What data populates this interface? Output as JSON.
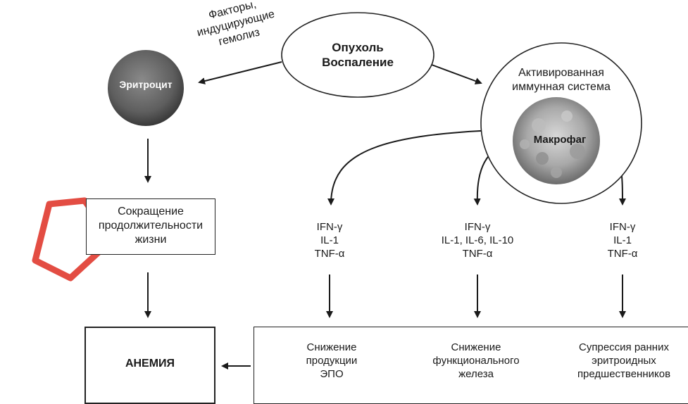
{
  "factors_label": [
    "Факторы,",
    "индуцирующие",
    "гемолиз"
  ],
  "tumor_node": {
    "line1": "Опухоль",
    "line2": "Воспаление"
  },
  "erythrocyte": {
    "label": "Эритроцит"
  },
  "immune_system": {
    "line1": "Активированная",
    "line2": "иммунная система",
    "macrophage": "Макрофаг"
  },
  "lifespan_box": {
    "line1": "Сокращение",
    "line2": "продолжительности",
    "line3": "жизни"
  },
  "cytokines_left": {
    "line1": "IFN-γ",
    "line2": "IL-1",
    "line3": "TNF-α"
  },
  "cytokines_middle": {
    "line1": "IFN-γ",
    "line2": "IL-1, IL-6, IL-10",
    "line3": "TNF-α"
  },
  "cytokines_right": {
    "line1": "IFN-γ",
    "line2": "IL-1",
    "line3": "TNF-α"
  },
  "anemia": {
    "label": "АНЕМИЯ"
  },
  "outcomes": {
    "epo": {
      "line1": "Снижение",
      "line2": "продукции",
      "line3": "ЭПО"
    },
    "iron": {
      "line1": "Снижение",
      "line2": "функционального",
      "line3": "железа"
    },
    "precursors": {
      "line1": "Супрессия ранних",
      "line2": "эритроидных",
      "line3": "предшественников"
    }
  },
  "colors": {
    "watermark": "#e03a2f",
    "erythrocyte": "#5b5b5b",
    "line": "#1a1a1a"
  }
}
